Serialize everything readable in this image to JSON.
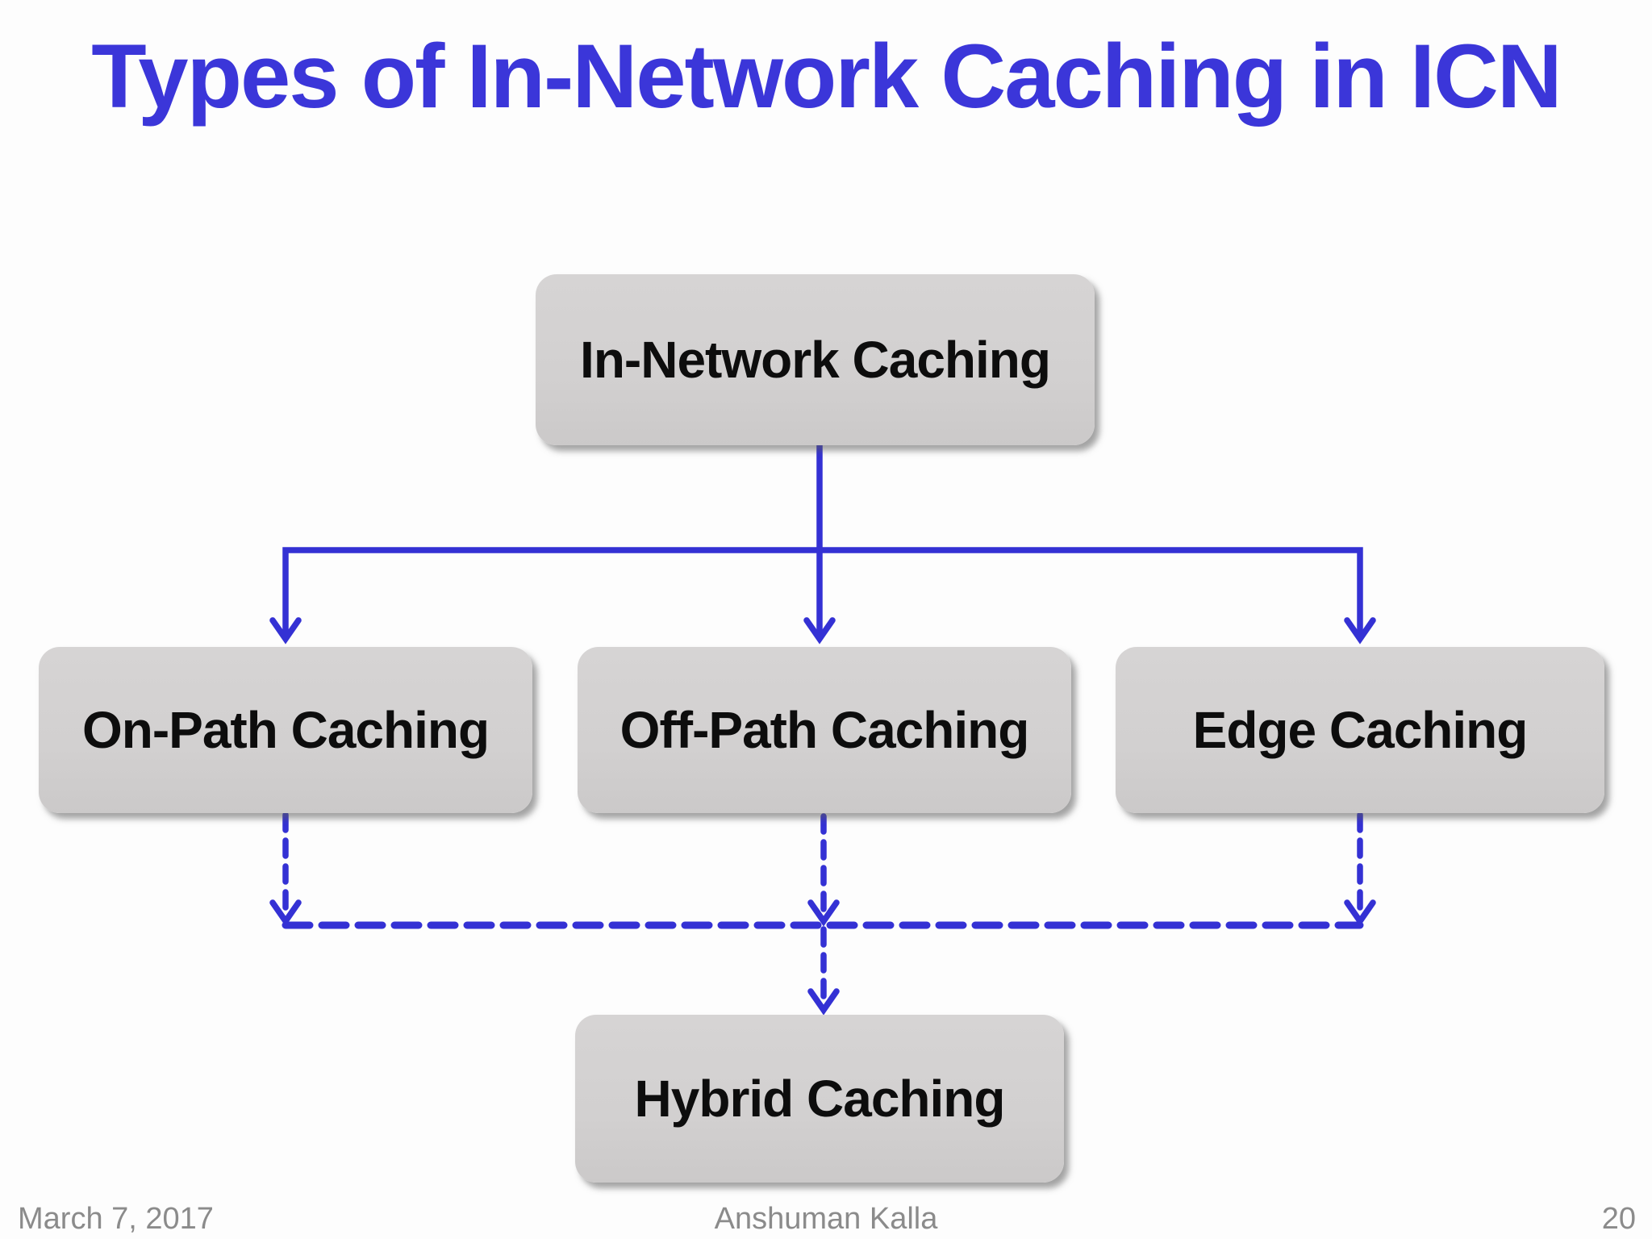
{
  "slide": {
    "title": "Types of In-Network Caching in ICN",
    "footer": {
      "date": "March 7, 2017",
      "author": "Anshuman Kalla",
      "page": "20"
    }
  },
  "diagram": {
    "nodes": {
      "root": "In-Network Caching",
      "on_path": "On-Path Caching",
      "off_path": "Off-Path Caching",
      "edge": "Edge Caching",
      "hybrid": "Hybrid Caching"
    },
    "colors": {
      "title_blue": "#3b36d9",
      "arrow_blue": "#3431d4",
      "box_fill": "#d2d0d0",
      "box_text": "#0d0d0d",
      "footer_gray": "#8b8b8b"
    }
  }
}
